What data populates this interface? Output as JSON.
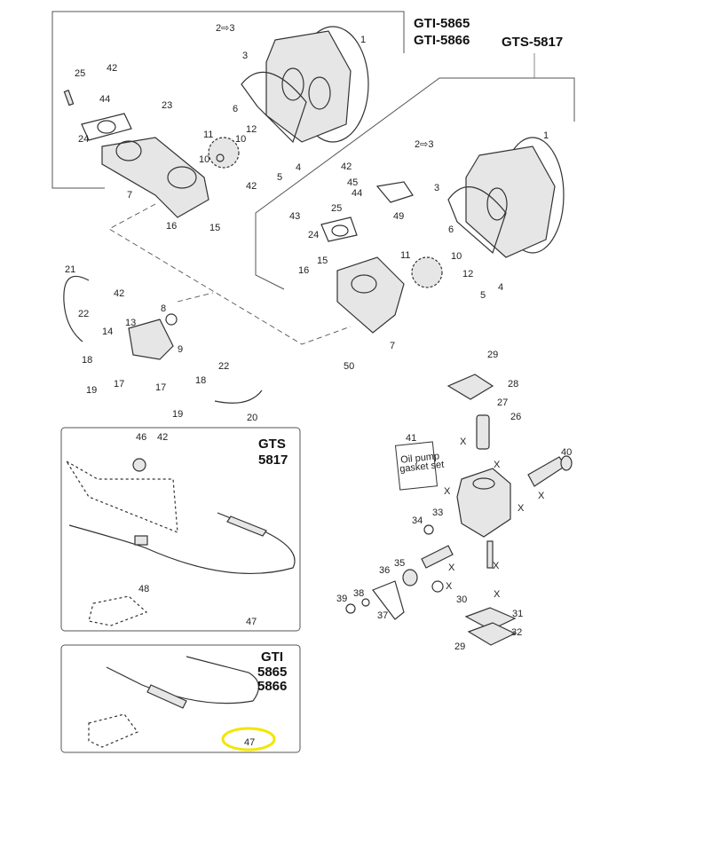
{
  "models": {
    "gti_a": "GTI-5865",
    "gti_b": "GTI-5866",
    "gts": "GTS-5817",
    "gts_box_line1": "GTS",
    "gts_box_line2": "5817",
    "gti_box_line1": "GTI",
    "gti_box_line2": "5865",
    "gti_box_line3": "5866"
  },
  "gasket_set_card": {
    "line1": "Oil pump",
    "line2": "gasket set"
  },
  "highlight_color": "#f2e600",
  "callouts": [
    "2⇨3",
    "1",
    "3",
    "25",
    "42",
    "44",
    "23",
    "6",
    "24",
    "11",
    "12",
    "10",
    "10",
    "4",
    "5",
    "42",
    "7",
    "16",
    "15",
    "2⇨3",
    "1",
    "3",
    "42",
    "45",
    "44",
    "25",
    "43",
    "24",
    "49",
    "6",
    "11",
    "10",
    "15",
    "16",
    "12",
    "4",
    "5",
    "7",
    "50",
    "21",
    "42",
    "22",
    "8",
    "13",
    "14",
    "9",
    "18",
    "17",
    "19",
    "22",
    "18",
    "17",
    "19",
    "20",
    "29",
    "28",
    "27",
    "26",
    "41",
    "40",
    "34",
    "33",
    "36",
    "35",
    "39",
    "38",
    "37",
    "30",
    "31",
    "32",
    "29",
    "X",
    "X",
    "X",
    "X",
    "X",
    "X",
    "X",
    "X",
    "X",
    "46",
    "42",
    "48",
    "47",
    "47"
  ]
}
